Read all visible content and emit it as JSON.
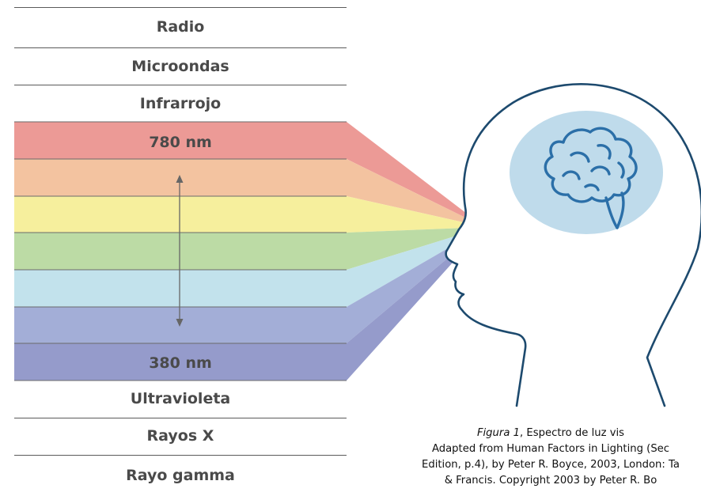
{
  "bands_above": [
    "Radio",
    "Microondas",
    "Infrarrojo"
  ],
  "visible_top_label": "780 nm",
  "visible_bottom_label": "380 nm",
  "bands_below": [
    "Ultravioleta",
    "Rayos X",
    "Rayo gamma"
  ],
  "visible_colors": [
    "#ec9a96",
    "#f3c3a0",
    "#f6ef9d",
    "#bcdba5",
    "#c2e2ec",
    "#a3aed7",
    "#959bcb"
  ],
  "head_outline_color": "#1d4a6e",
  "brain_fill_color": "#bfdbeb",
  "brain_stroke_color": "#2b6fa8",
  "caption": {
    "figure_label": "Figura 1",
    "line1_rest": ",  Espectro de luz vis",
    "line2": "Adapted from Human Factors in Lighting (Sec",
    "line3": "Edition, p.4), by Peter R. Boyce, 2003, London: Ta",
    "line4": "& Francis. Copyright 2003 by Peter R. Bo"
  }
}
